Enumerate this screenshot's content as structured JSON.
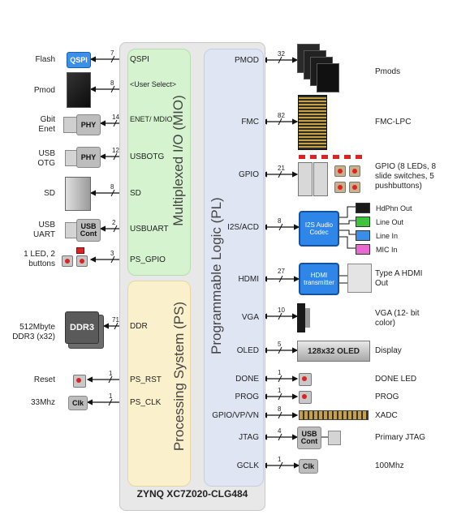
{
  "chip": {
    "name": "ZYNQ XC7Z020-CLG484",
    "mio_label": "Multiplexed I/O (MIO)",
    "ps_label": "Processing System (PS)",
    "pl_label": "Programmable Logic (PL)"
  },
  "left_devices": [
    {
      "label": "Flash",
      "chip": "QSPI",
      "bus": "7",
      "signal": "QSPI"
    },
    {
      "label": "Pmod",
      "bus": "8",
      "signal": "<User Select>"
    },
    {
      "label": "Gbit Enet",
      "chip": "PHY",
      "bus": "14",
      "signal": "ENET/ MDIO"
    },
    {
      "label": "USB OTG",
      "chip": "PHY",
      "bus": "12",
      "signal": "USBOTG"
    },
    {
      "label": "SD",
      "bus": "8",
      "signal": "SD"
    },
    {
      "label": "USB UART",
      "chip": "USB Cont",
      "bus": "2",
      "signal": "USBUART"
    },
    {
      "label": "1 LED, 2 buttons",
      "bus": "3",
      "signal": "PS_GPIO"
    },
    {
      "label": "512Mbyte DDR3 (x32)",
      "chip": "DDR3",
      "bus": "71",
      "signal": "DDR"
    },
    {
      "label": "Reset",
      "bus": "1",
      "signal": "PS_RST"
    },
    {
      "label": "33Mhz",
      "chip": "Clk",
      "bus": "1",
      "signal": "PS_CLK"
    }
  ],
  "right_devices": [
    {
      "signal": "PMOD",
      "bus": "32",
      "label": "Pmods"
    },
    {
      "signal": "FMC",
      "bus": "82",
      "label": "FMC-LPC"
    },
    {
      "signal": "GPIO",
      "bus": "21",
      "label": "GPIO (8 LEDs, 8 slide switches, 5 pushbuttons)"
    },
    {
      "signal": "I2S/ACD",
      "bus": "8",
      "chip": "I2S Audio Codec"
    },
    {
      "signal": "HDMI",
      "bus": "27",
      "chip": "HDMI transmitter",
      "label": "Type A HDMI Out"
    },
    {
      "signal": "VGA",
      "bus": "10",
      "label": "VGA (12- bit color)"
    },
    {
      "signal": "OLED",
      "bus": "5",
      "chip": "128x32 OLED",
      "label": "Display"
    },
    {
      "signal": "DONE",
      "bus": "1",
      "label": "DONE LED"
    },
    {
      "signal": "PROG",
      "bus": "1",
      "label": "PROG"
    },
    {
      "signal": "GPIO/VP/VN",
      "bus": "8",
      "label": "XADC"
    },
    {
      "signal": "JTAG",
      "bus": "4",
      "chip": "USB Cont",
      "label": "Primary JTAG"
    },
    {
      "signal": "GCLK",
      "bus": "1",
      "chip": "Clk",
      "label": "100Mhz"
    }
  ],
  "audio_jacks": [
    {
      "label": "HdPhn Out",
      "color": "#1a1a1a"
    },
    {
      "label": "Line Out",
      "color": "#3cc43c"
    },
    {
      "label": "Line In",
      "color": "#3a8ee8"
    },
    {
      "label": "MIC In",
      "color": "#e86ad0"
    }
  ]
}
